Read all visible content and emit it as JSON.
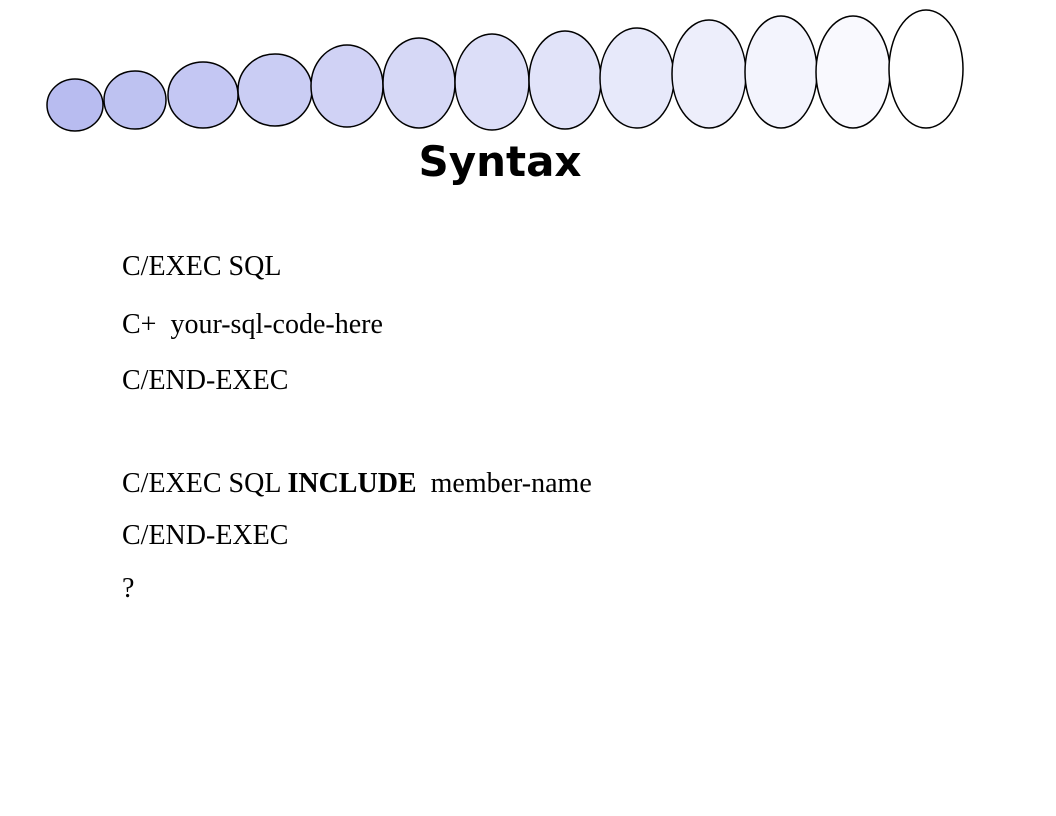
{
  "slide": {
    "title": "Syntax",
    "lines": {
      "l1": {
        "text": "C/EXEC SQL"
      },
      "l2": {
        "prefix": "C+",
        "code": "your-sql-code-here"
      },
      "l3": {
        "text": "C/END-EXEC"
      },
      "l4": {
        "prefix": "C/EXEC SQL",
        "keyword": "INCLUDE",
        "suffix": "member-name"
      },
      "l5": {
        "text": "C/END-EXEC"
      },
      "l6": {
        "text": "?"
      }
    }
  },
  "decor": {
    "ellipse_count": 13,
    "stroke_color": "#000000",
    "fill_start": "#b8bcf0",
    "fill_end": "#ffffff"
  }
}
